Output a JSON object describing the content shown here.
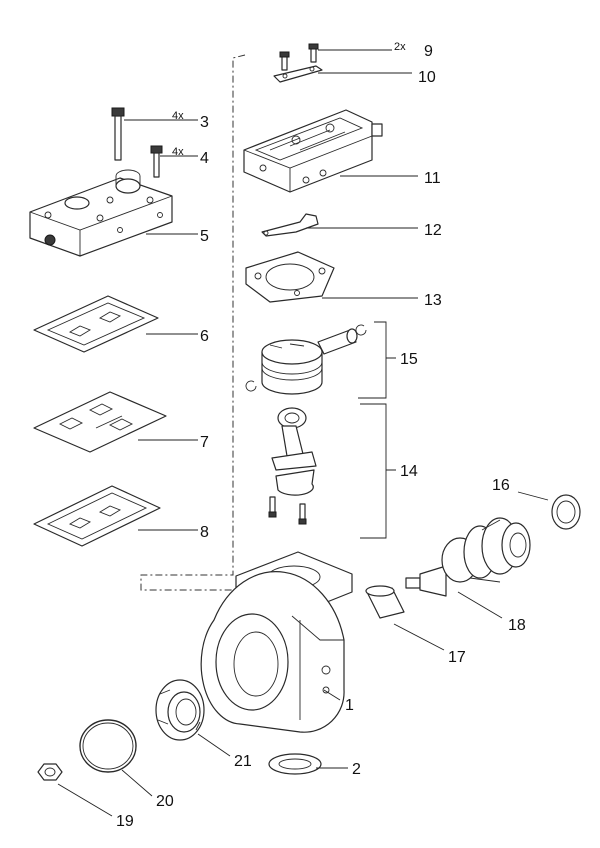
{
  "callouts": [
    {
      "id": "1",
      "label": "1"
    },
    {
      "id": "2",
      "label": "2"
    },
    {
      "id": "3",
      "label": "3",
      "qty": "4x"
    },
    {
      "id": "4",
      "label": "4",
      "qty": "4x"
    },
    {
      "id": "5",
      "label": "5"
    },
    {
      "id": "6",
      "label": "6"
    },
    {
      "id": "7",
      "label": "7"
    },
    {
      "id": "8",
      "label": "8"
    },
    {
      "id": "9",
      "label": "9",
      "qty": "2x"
    },
    {
      "id": "10",
      "label": "10"
    },
    {
      "id": "11",
      "label": "11"
    },
    {
      "id": "12",
      "label": "12"
    },
    {
      "id": "13",
      "label": "13"
    },
    {
      "id": "14",
      "label": "14"
    },
    {
      "id": "15",
      "label": "15"
    },
    {
      "id": "16",
      "label": "16"
    },
    {
      "id": "17",
      "label": "17"
    },
    {
      "id": "18",
      "label": "18"
    },
    {
      "id": "19",
      "label": "19"
    },
    {
      "id": "20",
      "label": "20"
    },
    {
      "id": "21",
      "label": "21"
    }
  ]
}
